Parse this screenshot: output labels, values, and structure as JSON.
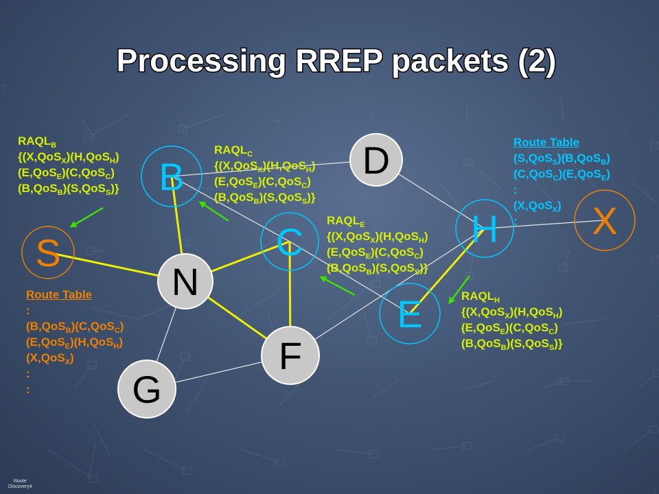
{
  "title": "Processing RREP packets (2)",
  "footer": [
    "Route",
    "Discovery4"
  ],
  "colors": {
    "gray_node": "#c8c8c8",
    "cyan_node": "#00c8ff",
    "orange_node": "#f08000",
    "edge": "#f0f000",
    "arrow": "#40e000",
    "list_text": "#d8f000",
    "table_text": "#00c8ff",
    "s_table_text": "#f08000"
  },
  "nodes": [
    {
      "id": "B",
      "label": "B",
      "style": "cyan-ring"
    },
    {
      "id": "D",
      "label": "D",
      "style": "gray-filled"
    },
    {
      "id": "S",
      "label": "S",
      "style": "orange-ring"
    },
    {
      "id": "C",
      "label": "C",
      "style": "cyan-ring"
    },
    {
      "id": "H",
      "label": "H",
      "style": "cyan-ring"
    },
    {
      "id": "X",
      "label": "X",
      "style": "orange-ring"
    },
    {
      "id": "N",
      "label": "N",
      "style": "gray-filled"
    },
    {
      "id": "E",
      "label": "E",
      "style": "cyan-ring"
    },
    {
      "id": "F",
      "label": "F",
      "style": "gray-filled"
    },
    {
      "id": "G",
      "label": "G",
      "style": "gray-filled"
    }
  ],
  "edges": [
    {
      "from": "S",
      "to": "N",
      "style": "yellow"
    },
    {
      "from": "B",
      "to": "N",
      "style": "yellow"
    },
    {
      "from": "B",
      "to": "C",
      "style": "gray"
    },
    {
      "from": "B",
      "to": "D",
      "style": "gray"
    },
    {
      "from": "N",
      "to": "C",
      "style": "yellow"
    },
    {
      "from": "N",
      "to": "F",
      "style": "yellow"
    },
    {
      "from": "N",
      "to": "G",
      "style": "gray"
    },
    {
      "from": "C",
      "to": "F",
      "style": "yellow"
    },
    {
      "from": "C",
      "to": "E",
      "style": "gray"
    },
    {
      "from": "E",
      "to": "H",
      "style": "yellow"
    },
    {
      "from": "D",
      "to": "H",
      "style": "gray"
    },
    {
      "from": "H",
      "to": "X",
      "style": "gray"
    },
    {
      "from": "G",
      "to": "F",
      "style": "gray"
    },
    {
      "from": "F",
      "to": "H",
      "style": "gray"
    }
  ],
  "raql_b": {
    "lines": [
      [
        {
          "t": "RAQL"
        },
        {
          "s": "B"
        }
      ],
      [
        {
          "t": "{(X,QoS"
        },
        {
          "s": "X"
        },
        {
          "t": ")(H,QoS"
        },
        {
          "s": "H"
        },
        {
          "t": ")"
        }
      ],
      [
        {
          "t": "(E,QoS"
        },
        {
          "s": "E"
        },
        {
          "t": ")(C,QoS"
        },
        {
          "s": "C"
        },
        {
          "t": ")"
        }
      ],
      [
        {
          "t": "(B,QoS"
        },
        {
          "s": "B"
        },
        {
          "t": ")(S,QoS"
        },
        {
          "s": "S"
        },
        {
          "t": ")}"
        }
      ]
    ]
  },
  "raql_c": {
    "lines": [
      [
        {
          "t": "RAQL"
        },
        {
          "s": "C"
        }
      ],
      [
        {
          "t": "{(X,QoS"
        },
        {
          "s": "X"
        },
        {
          "t": ")(H,QoS"
        },
        {
          "s": "H"
        },
        {
          "t": ")"
        }
      ],
      [
        {
          "t": "(E,QoS"
        },
        {
          "s": "E"
        },
        {
          "t": ")(C,QoS"
        },
        {
          "s": "C"
        },
        {
          "t": ")"
        }
      ],
      [
        {
          "t": "(B,QoS"
        },
        {
          "s": "B"
        },
        {
          "t": ")(S,QoS"
        },
        {
          "s": "S"
        },
        {
          "t": ")}"
        }
      ]
    ]
  },
  "raql_e": {
    "lines": [
      [
        {
          "t": "RAQL"
        },
        {
          "s": "E"
        }
      ],
      [
        {
          "t": "{(X,QoS"
        },
        {
          "s": "X"
        },
        {
          "t": ")(H,QoS"
        },
        {
          "s": "H"
        },
        {
          "t": ")"
        }
      ],
      [
        {
          "t": "(E,QoS"
        },
        {
          "s": "E"
        },
        {
          "t": ")(C,QoS"
        },
        {
          "s": "C"
        },
        {
          "t": ")"
        }
      ],
      [
        {
          "t": "(B,QoS"
        },
        {
          "s": "B"
        },
        {
          "t": ")(S,QoS"
        },
        {
          "s": "S"
        },
        {
          "t": ")}"
        }
      ]
    ]
  },
  "raql_h": {
    "lines": [
      [
        {
          "t": "RAQL"
        },
        {
          "s": "H"
        }
      ],
      [
        {
          "t": "{(X,QoS"
        },
        {
          "s": "X"
        },
        {
          "t": ")(H,QoS"
        },
        {
          "s": "H"
        },
        {
          "t": ")"
        }
      ],
      [
        {
          "t": "(E,QoS"
        },
        {
          "s": "E"
        },
        {
          "t": ")(C,QoS"
        },
        {
          "s": "C"
        },
        {
          "t": ")"
        }
      ],
      [
        {
          "t": "(B,QoS"
        },
        {
          "s": "B"
        },
        {
          "t": ")(S,QoS"
        },
        {
          "s": "S"
        },
        {
          "t": ")}"
        }
      ]
    ]
  },
  "route_table_x": {
    "lines": [
      [
        {
          "t": "Route Table"
        }
      ],
      [
        {
          "t": "(S,QoS"
        },
        {
          "s": "S"
        },
        {
          "t": ")(B,QoS"
        },
        {
          "s": "B"
        },
        {
          "t": ")"
        }
      ],
      [
        {
          "t": "(C,QoS"
        },
        {
          "s": "C"
        },
        {
          "t": ")(E,QoS"
        },
        {
          "s": "E"
        },
        {
          "t": ")"
        }
      ],
      [
        {
          "t": ":"
        }
      ],
      [
        {
          "t": "(X,QoS"
        },
        {
          "s": "X"
        },
        {
          "t": ")"
        }
      ],
      [
        {
          "t": ":"
        }
      ]
    ]
  },
  "route_table_s": {
    "lines": [
      [
        {
          "t": "Route Table"
        }
      ],
      [
        {
          "t": ":"
        }
      ],
      [
        {
          "t": "(B,QoS"
        },
        {
          "s": "B"
        },
        {
          "t": ")(C,QoS"
        },
        {
          "s": "C"
        },
        {
          "t": ")"
        }
      ],
      [
        {
          "t": "(E,QoS"
        },
        {
          "s": "E"
        },
        {
          "t": ")(H,QoS"
        },
        {
          "s": "H"
        },
        {
          "t": ")"
        }
      ],
      [
        {
          "t": "(X,QoS"
        },
        {
          "s": "X"
        },
        {
          "t": ")"
        }
      ],
      [
        {
          "t": ":"
        }
      ],
      [
        {
          "t": ":"
        }
      ]
    ]
  }
}
